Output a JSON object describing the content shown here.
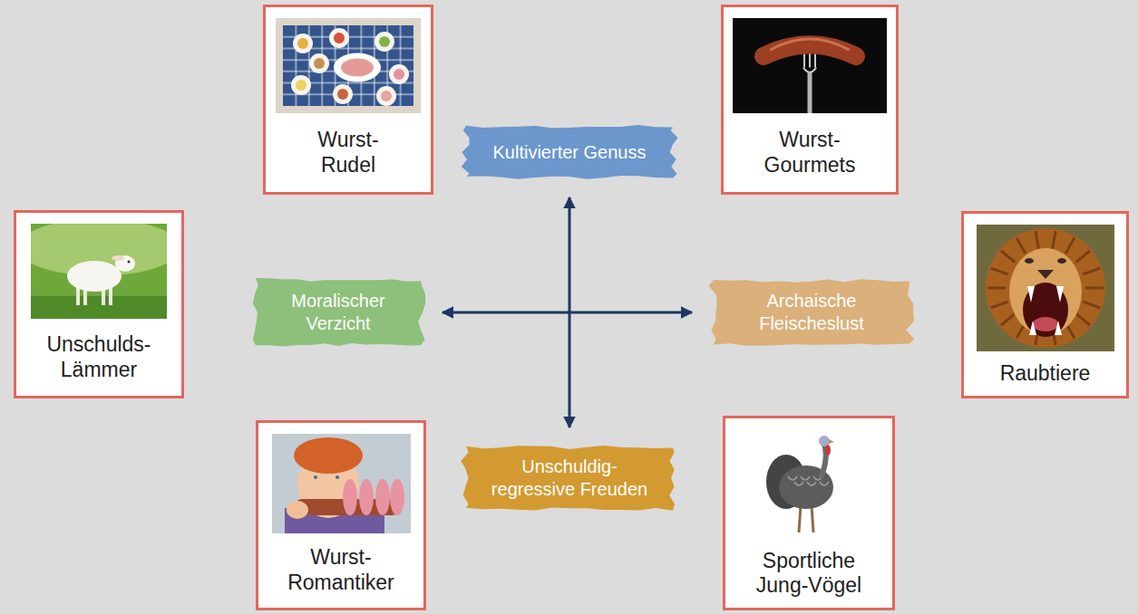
{
  "diagram": {
    "nodes": [
      {
        "text": [
          "Wurst- Rudel"
        ]
      },
      {
        "text": [
          "Kultivierter Genuss"
        ]
      },
      {
        "text": [
          "Wurst- Gourmets"
        ]
      },
      {
        "text": [
          "Unschulds- Lämmer"
        ]
      },
      {
        "text": [
          "Moralischer Verzicht"
        ]
      },
      {
        "text": [
          "Archaische Fleischeslust"
        ]
      },
      {
        "text": [
          "Raubtiere"
        ]
      },
      {
        "text": [
          "Wurst- Romantiker"
        ]
      },
      {
        "text": [
          "Unschuldig- regressive Freuden"
        ]
      },
      {
        "text": [
          "Sportliche Jung-Vögel"
        ]
      }
    ],
    "edges": [
      {
        "from": 1,
        "to": 8,
        "arrow": "both"
      },
      {
        "from": 4,
        "to": 5,
        "arrow": "both"
      }
    ]
  }
}
